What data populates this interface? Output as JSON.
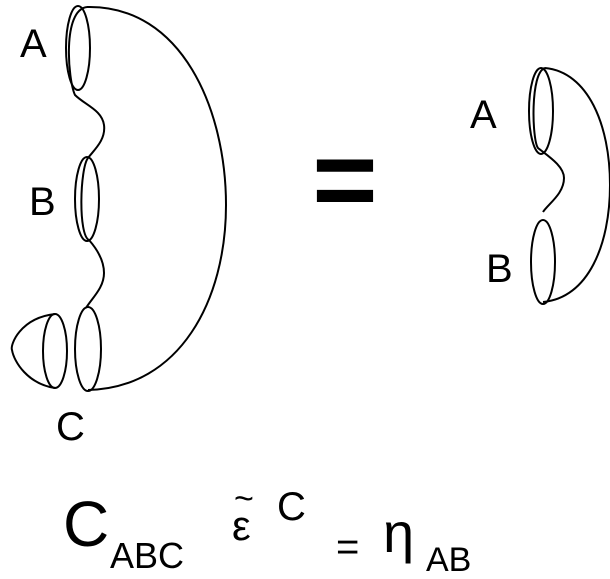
{
  "left_figure": {
    "label_a": "A",
    "label_b": "B",
    "label_c": "C"
  },
  "equals_sign": "=",
  "right_figure": {
    "label_a": "A",
    "label_b": "B"
  },
  "formula": {
    "c_symbol": "C",
    "c_subscript": "ABC",
    "epsilon_symbol": "ε",
    "epsilon_tilde": "~",
    "epsilon_superscript": "C",
    "equals": "=",
    "eta_symbol": "η",
    "eta_subscript": "AB"
  },
  "colors": {
    "stroke": "#000000",
    "background": "#ffffff"
  }
}
